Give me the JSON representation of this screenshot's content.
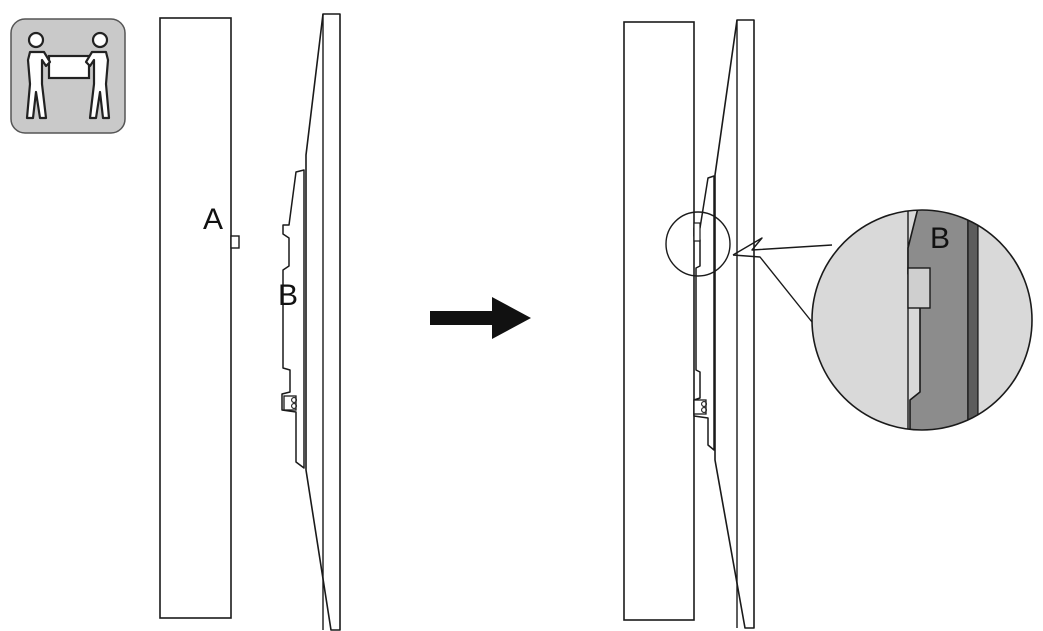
{
  "labels": {
    "wall_hook": "A",
    "tv_bracket": "B",
    "zoom_bracket": "B"
  },
  "icons": {
    "two_person_lift": "two-person-lift-icon",
    "direction": "arrow-right-icon"
  },
  "colors": {
    "line": "#1a1a1a",
    "icon_background": "#c9c9c9",
    "zoom_background": "#d9d9d9",
    "zoom_bracket_fill": "#8c8c8c",
    "arrow": "#111111"
  }
}
